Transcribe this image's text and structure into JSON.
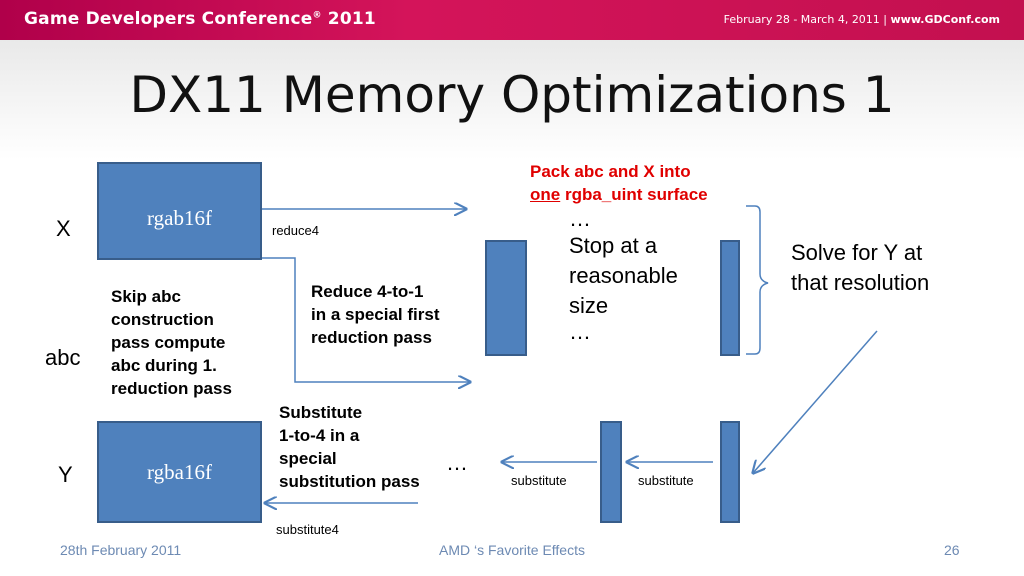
{
  "header": {
    "conference": "Game Developers Conference",
    "registered": "®",
    "year": " 2011",
    "dates": "February 28 - March 4, 2011 | ",
    "website": "www.GDConf.com"
  },
  "slide": {
    "title": "DX11 Memory Optimizations 1"
  },
  "diagram": {
    "box_x_label": "rgab16f",
    "box_y_label": "rgba16f",
    "label_x": "X",
    "label_abc": "abc",
    "label_y": "Y",
    "reduce4": "reduce4",
    "substitute4": "substitute4",
    "substitute_1": "substitute",
    "substitute_2": "substitute",
    "skip_note": [
      "Skip abc",
      "construction",
      "pass compute",
      "abc during 1.",
      "reduction pass"
    ],
    "reduce_note": [
      "Reduce 4-to-1",
      "in a special first",
      "reduction pass"
    ],
    "substitute_note": [
      "Substitute",
      "1-to-4 in a",
      "special",
      "substitution pass"
    ],
    "pack_note_line1": "Pack abc and X into",
    "pack_note_underlined": "one",
    "pack_note_rest": " rgba_uint surface",
    "ellipsis_top": "…",
    "stop_lines": [
      "Stop at a",
      "reasonable",
      "size"
    ],
    "ellipsis_bottom": "…",
    "ellipsis_mid": "…",
    "solve_lines": [
      "Solve for Y at",
      "that resolution"
    ]
  },
  "footer": {
    "date": "28th February 2011",
    "center": "AMD ‘s Favorite Effects",
    "page": "26"
  },
  "colors": {
    "header": "#c8104f",
    "box_fill": "#4f81bd",
    "box_border": "#385d8a",
    "highlight": "#e00000",
    "footer_text": "#6d8ab3"
  }
}
